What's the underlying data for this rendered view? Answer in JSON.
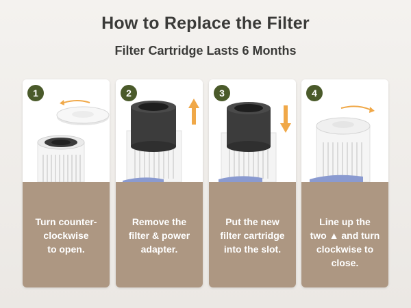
{
  "header": {
    "title": "How to Replace the Filter",
    "subtitle": "Filter Cartridge Lasts 6 Months"
  },
  "colors": {
    "caption_bg": "#ad9782",
    "badge_bg": "#4a5a2a",
    "arrow": "#f0a848",
    "strap": "#8a9ad0"
  },
  "steps": [
    {
      "number": "1",
      "lines": [
        "Turn counter-",
        "clockwise",
        "to open."
      ]
    },
    {
      "number": "2",
      "lines": [
        "Remove the",
        "filter & power",
        "adapter."
      ]
    },
    {
      "number": "3",
      "lines": [
        "Put the new",
        "filter cartridge",
        "into the slot."
      ]
    },
    {
      "number": "4",
      "lines": [
        "Line up the",
        "two ▲ and turn",
        "clockwise to",
        "close."
      ]
    }
  ]
}
